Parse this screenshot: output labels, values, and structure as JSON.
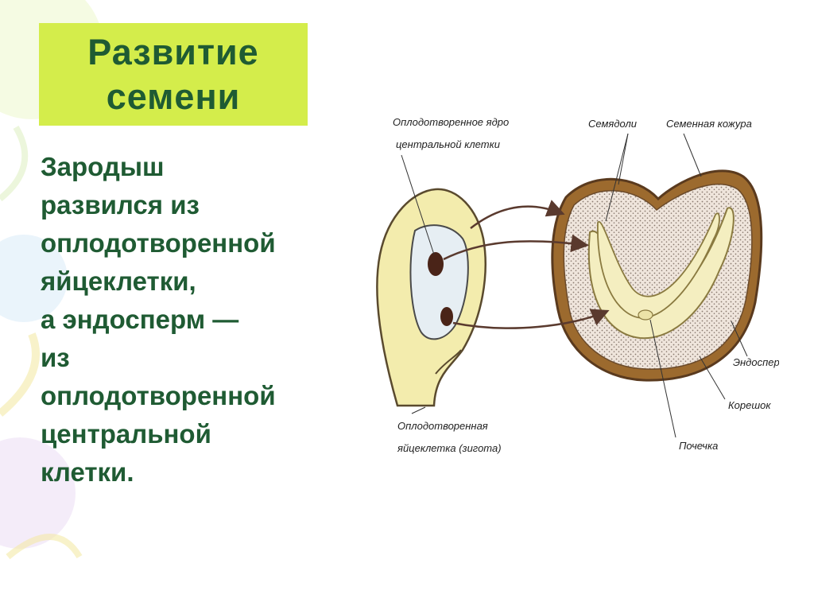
{
  "slide": {
    "title_lines": [
      "Развитие",
      "семени"
    ],
    "body_lines": [
      "Зародыш",
      "развился из",
      "оплодотворенной",
      "яйцеклетки,",
      "а эндосперм —",
      "из",
      "оплодотворенной",
      "центральной",
      "клетки."
    ]
  },
  "diagram": {
    "labels": {
      "fertilized_central_nucleus": [
        "Оплодотворенное ядро",
        "центральной клетки"
      ],
      "cotyledons": "Семядоли",
      "seed_coat": "Семенная кожура",
      "endosperm": "Эндосперм",
      "radicle": "Корешок",
      "plumule": "Почечка",
      "zygote": [
        "Оплодотворенная",
        "яйцеклетка (зигота)"
      ]
    }
  },
  "colors": {
    "title_bg": "#d4ed4b",
    "text": "#1f5b33",
    "ovule_fill": "#f3ecad",
    "embryo_sac_fill": "#e6eef3",
    "seed_coat": "#9c6a2e",
    "endosperm_fill": "#efe5dc",
    "embryo_fill": "#f4eec0"
  }
}
